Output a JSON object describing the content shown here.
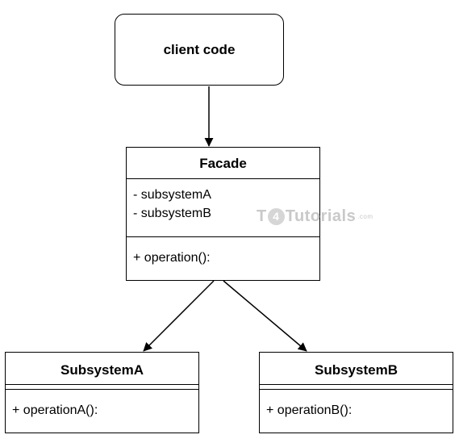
{
  "client": {
    "label": "client code"
  },
  "facade": {
    "name": "Facade",
    "attributes": [
      "- subsystemA",
      "- subsystemB"
    ],
    "operations": [
      "+ operation():"
    ]
  },
  "subsystem_a": {
    "name": "SubsystemA",
    "operations": [
      "+ operationA():"
    ]
  },
  "subsystem_b": {
    "name": "SubsystemB",
    "operations": [
      "+ operationB():"
    ]
  },
  "watermark": {
    "prefix": "T",
    "circle": "4",
    "word": "Tutorials",
    "suffix": ".com"
  },
  "colors": {
    "stroke": "#000000",
    "background": "#ffffff",
    "watermark": "#c9c9c9"
  }
}
